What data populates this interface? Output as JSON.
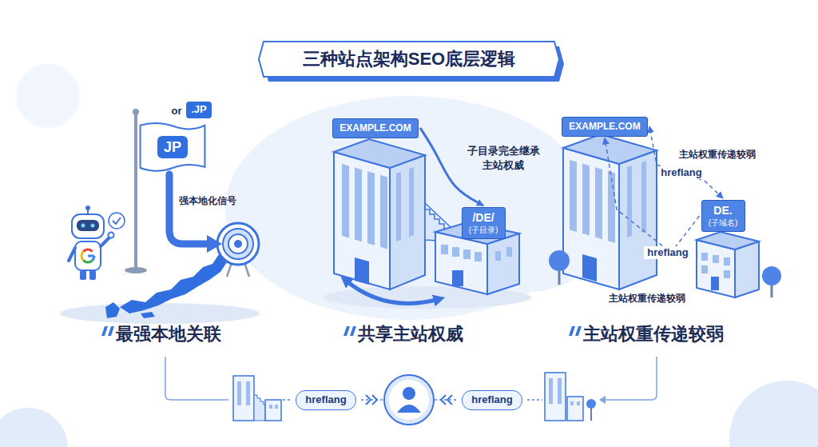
{
  "diagram": {
    "title": "三种站点架构SEO底层逻辑",
    "nodes": [
      {
        "text": [
          ".JP"
        ]
      },
      {
        "text": [
          "JP"
        ]
      },
      {
        "text": [
          "EXAMPLE.COM"
        ]
      },
      {
        "text": [
          "/DE/",
          "(子目录)"
        ]
      },
      {
        "text": [
          "EXAMPLE.COM"
        ]
      },
      {
        "text": [
          "DE.",
          "(子域名)"
        ]
      },
      {
        "text": [
          "hreflang"
        ]
      },
      {
        "text": [
          "hreflang"
        ]
      }
    ],
    "edges": [
      {
        "from": 2,
        "to": 3,
        "arrow": "to"
      },
      {
        "from": 5,
        "to": 4,
        "label": "hreflang",
        "arrow": "both"
      },
      {
        "from": 5,
        "to": 4,
        "label": "hreflang",
        "arrow": "to"
      }
    ],
    "labels": [
      "or",
      "强本地化信号",
      "子目录完全继承 主站权威",
      "主站权重传递较弱",
      "主站权重传递较弱",
      "最强本地关联",
      "共享主站权威",
      "主站权重传递较弱"
    ]
  }
}
